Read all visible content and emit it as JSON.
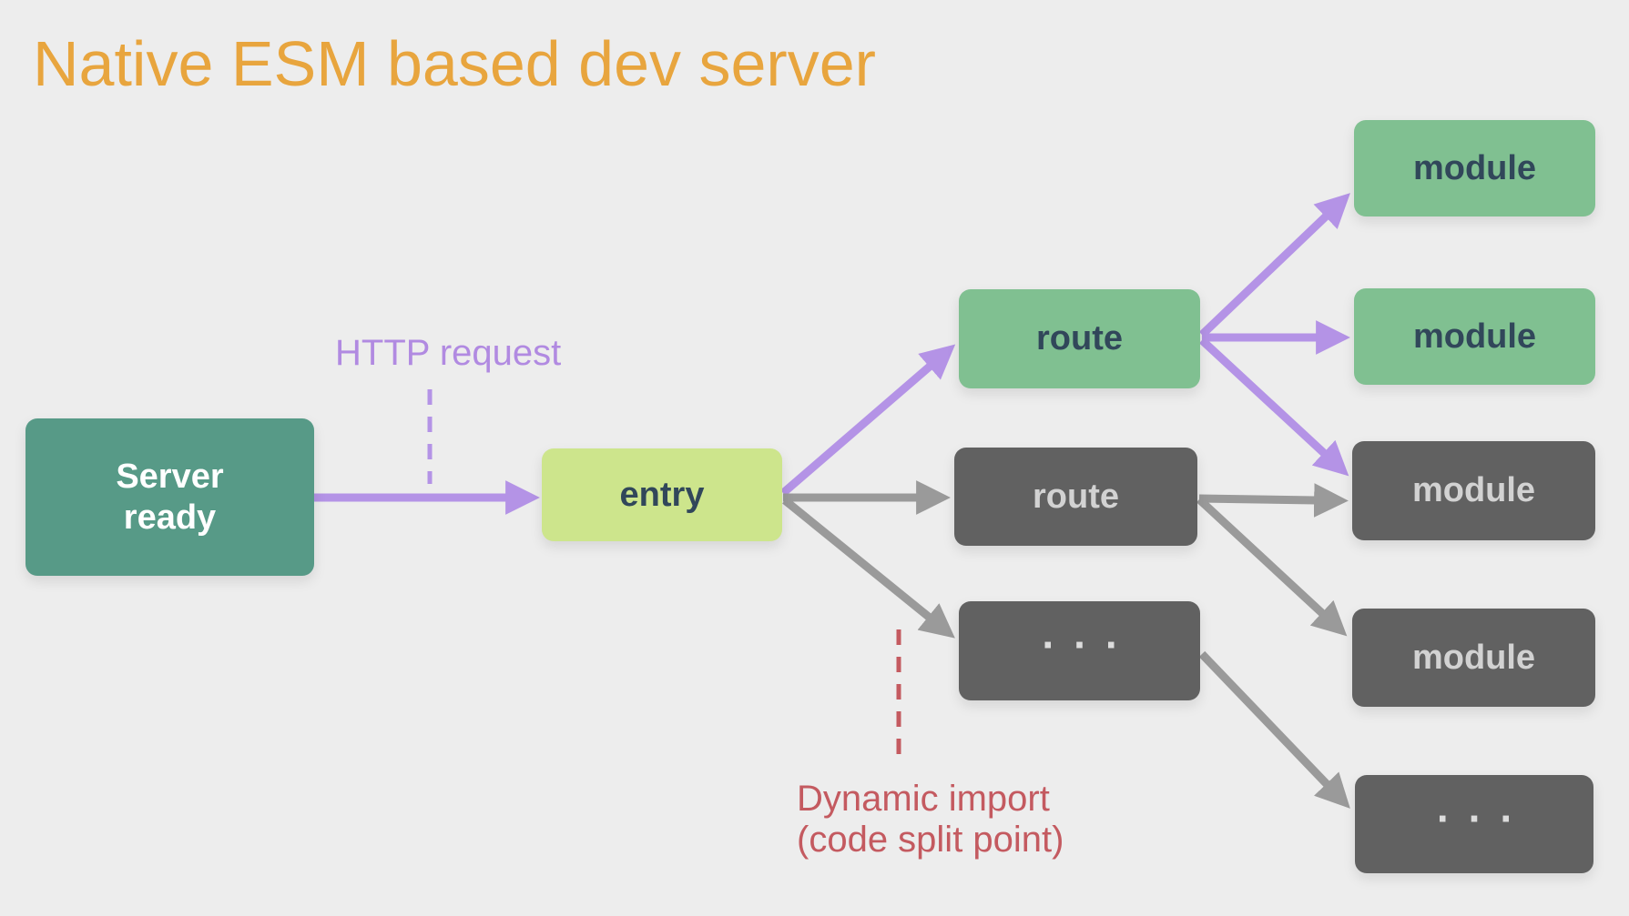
{
  "title": "Native ESM based dev server",
  "labels": {
    "http_request": "HTTP request",
    "dynamic_import": "Dynamic import\n(code split point)"
  },
  "nodes": {
    "server_ready": "Server\nready",
    "entry": "entry",
    "route_loaded": "route",
    "route_unloaded": "route",
    "dots_mid": "...",
    "module_1": "module",
    "module_2": "module",
    "module_3": "module",
    "module_4": "module",
    "dots_end": "..."
  },
  "colors": {
    "background": "#ededed",
    "title": "#e8a53e",
    "server_box": "#579a87",
    "entry_box": "#cde58c",
    "loaded_box": "#80c091",
    "unloaded_box": "#616161",
    "dark_text": "#31475a",
    "light_text": "#d2d2d2",
    "purple_arrow": "#b493e6",
    "gray_arrow": "#9a9a9a",
    "red_annotation": "#c45a60"
  },
  "edges": [
    {
      "from": "server_ready",
      "to": "entry",
      "color": "purple"
    },
    {
      "from": "entry",
      "to": "route_loaded",
      "color": "purple"
    },
    {
      "from": "entry",
      "to": "route_unloaded",
      "color": "gray"
    },
    {
      "from": "entry",
      "to": "dots_mid",
      "color": "gray"
    },
    {
      "from": "route_loaded",
      "to": "module_1",
      "color": "purple"
    },
    {
      "from": "route_loaded",
      "to": "module_2",
      "color": "purple"
    },
    {
      "from": "route_loaded",
      "to": "module_3",
      "color": "purple"
    },
    {
      "from": "route_unloaded",
      "to": "module_3",
      "color": "gray"
    },
    {
      "from": "route_unloaded",
      "to": "module_4",
      "color": "gray"
    },
    {
      "from": "dots_mid",
      "to": "dots_end",
      "color": "gray"
    }
  ]
}
